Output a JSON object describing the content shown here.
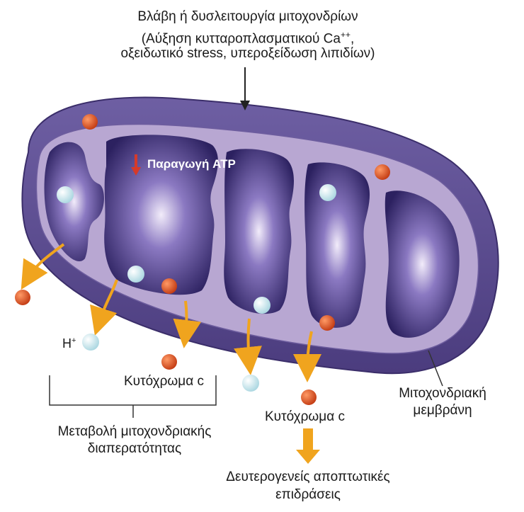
{
  "header": {
    "line1": "Βλάβη ή δυσλειτουργία μιτοχονδρίων",
    "line2": "(Αύξηση κυτταροπλασματικού Ca",
    "superscript": "++",
    "line2_end": ",",
    "line3": "οξειδωτικό stress, υπεροξείδωση λιπιδίων)"
  },
  "atp_label": "Παραγωγή ATP",
  "h_label": "H",
  "h_superscript": "+",
  "cytochrome_left": "Κυτόχρωμα c",
  "cytochrome_right": "Κυτόχρωμα c",
  "permeability": {
    "line1": "Μεταβολή μιτοχονδριακής",
    "line2": "διαπερατότητας"
  },
  "membrane": {
    "line1": "Μιτοχονδριακή",
    "line2": "μεμβράνη"
  },
  "effects": {
    "line1": "Δευτερογενείς αποπτωτικές",
    "line2": "επιδράσεις"
  },
  "colors": {
    "outer_membrane": "#5b4a8e",
    "inner_membrane": "#b6a3cf",
    "matrix": "#2f2468",
    "cytochrome": "#d9471c",
    "proton": "#c9e6ec",
    "arrow_orange": "#f0a41e",
    "atp_arrow": "#d63a2a"
  }
}
